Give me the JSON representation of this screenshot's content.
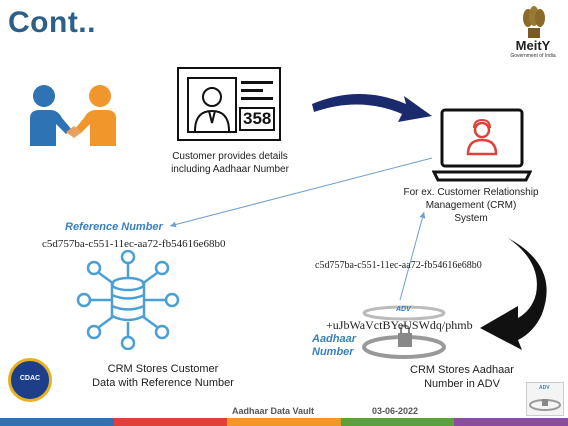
{
  "slide": {
    "title": "Cont..",
    "logo": {
      "icon": "emblem-icon",
      "name": "MeitY",
      "subtitle": "Government of India"
    },
    "customer_caption_line1": "Customer provides details",
    "customer_caption_line2": "including Aadhaar Number",
    "crm_caption_line1": "For ex. Customer Relationship",
    "crm_caption_line2": "Management (CRM)",
    "crm_caption_line3": "System",
    "reference_label": "Reference Number",
    "reference_value_left": "c5d757ba-c551-11ec-aa72-fb54616e68b0",
    "reference_value_right": "c5d757ba-c551-11ec-aa72-fb54616e68b0",
    "card_number": "358",
    "adv_label": "ADV",
    "encrypted_value": "+uJbWaVctBYeUSWdq/phmb",
    "aadhaar_label_line1": "Aadhaar",
    "aadhaar_label_line2": "Number",
    "crm_store_caption_line1": "CRM Stores Customer",
    "crm_store_caption_line2": "Data with Reference Number",
    "adv_store_caption_line1": "CRM Stores Aadhaar",
    "adv_store_caption_line2": "Number in ADV",
    "footer_title": "Aadhaar Data Vault",
    "footer_date": "03-06-2022",
    "cdac_logo_text": "CDAC",
    "small_adv_label": "ADV"
  },
  "colors": {
    "title": "#2e5f87",
    "person_blue": "#2e74b5",
    "person_orange": "#f0962a",
    "db_blue": "#4a9fd6",
    "crm_red": "#e0403a",
    "arrow_navy": "#1a2a6c",
    "thin_arrow": "#6fa0d0"
  },
  "footer_segments": [
    "#2e74b5",
    "#e0403a",
    "#f0962a",
    "#5aa03c",
    "#8a4ba0"
  ]
}
